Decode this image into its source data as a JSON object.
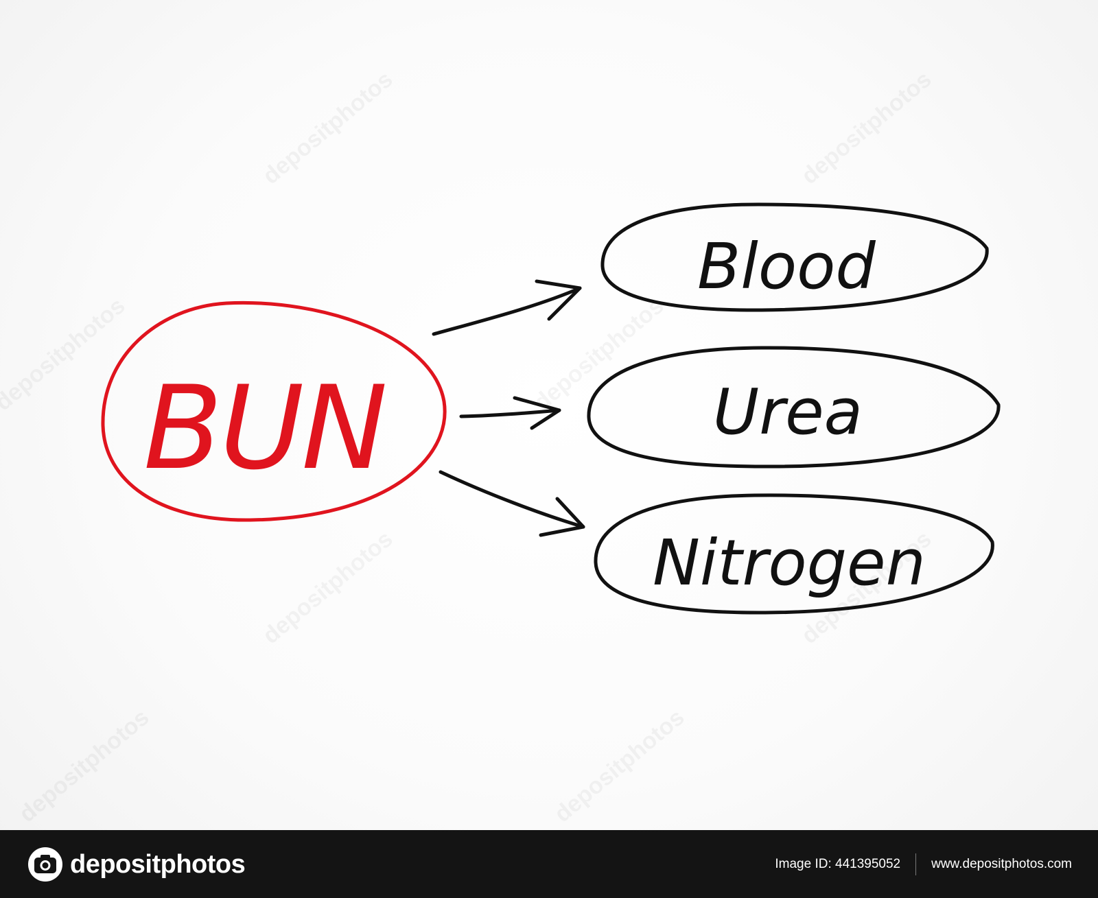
{
  "diagram": {
    "acronym": "BUN",
    "terms": [
      "Blood",
      "Urea",
      "Nitrogen"
    ],
    "colors": {
      "acronym": "#e0141e",
      "terms": "#111111",
      "arrows": "#111111"
    }
  },
  "watermark": {
    "text": "depositphotos"
  },
  "footer": {
    "brand_name": "depositphotos",
    "brand_icon": "camera-icon",
    "image_id": "Image ID: 441395052",
    "website": "www.depositphotos.com"
  }
}
